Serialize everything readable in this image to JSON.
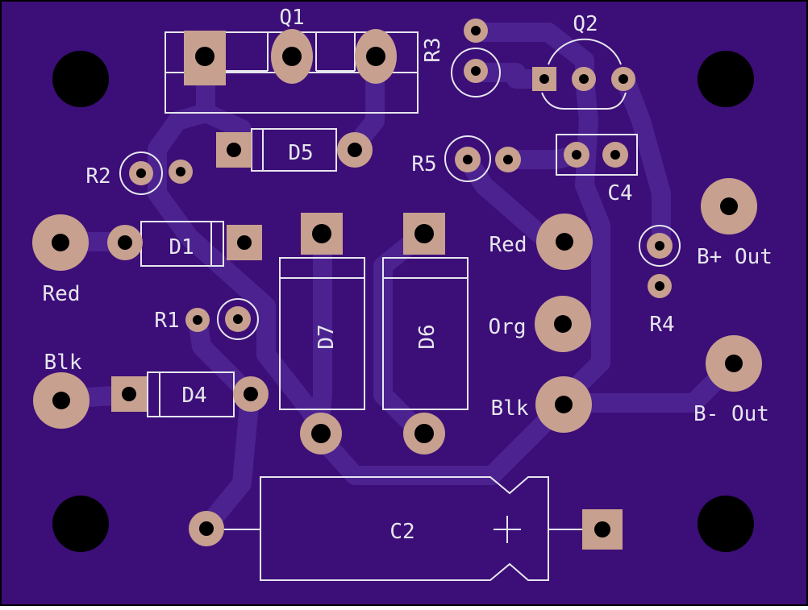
{
  "colors": {
    "board": "#3c0e78",
    "trace": "#4c2290",
    "pad": "#c7a08f",
    "drill": "#000000",
    "silk": "#e6e6ee",
    "mount_hole": "#000000",
    "outline": "#000000"
  },
  "labels": {
    "q1": "Q1",
    "q2": "Q2",
    "r3": "R3",
    "r2": "R2",
    "r5": "R5",
    "d5": "D5",
    "c4": "C4",
    "d1": "D1",
    "red_left": "Red",
    "red_right": "Red",
    "b_plus_out": "B+ Out",
    "r4": "R4",
    "r1": "R1",
    "d7": "D7",
    "d6": "D6",
    "org": "Org",
    "blk_left": "Blk",
    "d4": "D4",
    "blk_right": "Blk",
    "b_minus_out": "B- Out",
    "c2": "C2",
    "polarity": "+"
  }
}
